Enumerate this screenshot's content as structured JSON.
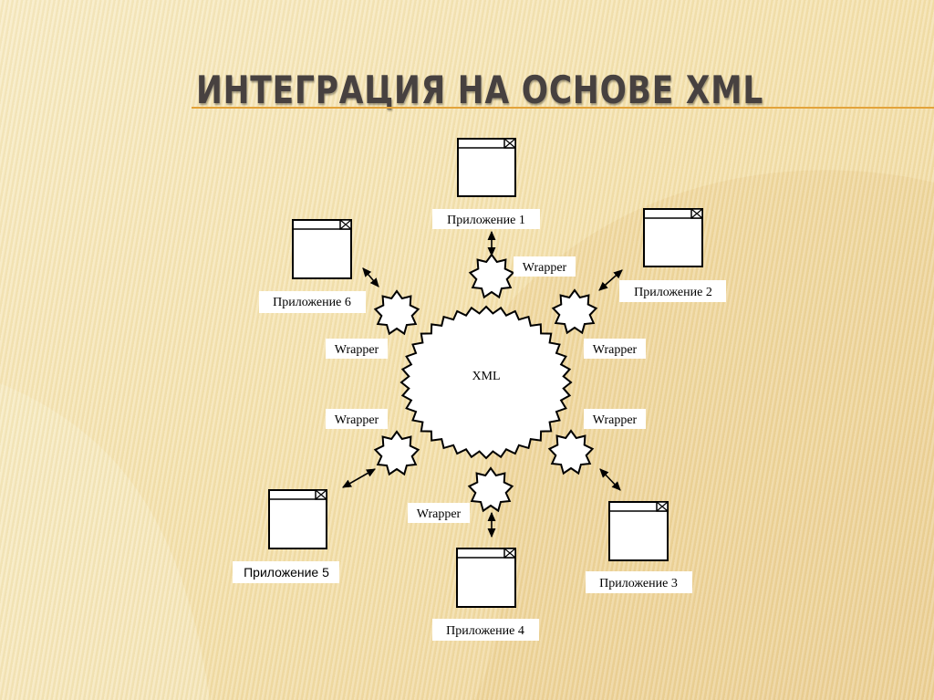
{
  "slide": {
    "title": "Интеграция на основе XML"
  },
  "hub": {
    "label": "XML"
  },
  "applications": [
    {
      "label": "Приложение 1"
    },
    {
      "label": "Приложение 2"
    },
    {
      "label": "Приложение 3"
    },
    {
      "label": "Приложение 4"
    },
    {
      "label": "Приложение 5"
    },
    {
      "label": "Приложение 6"
    }
  ],
  "wrappers": [
    {
      "label": "Wrapper"
    },
    {
      "label": "Wrapper"
    },
    {
      "label": "Wrapper"
    },
    {
      "label": "Wrapper"
    },
    {
      "label": "Wrapper"
    },
    {
      "label": "Wrapper"
    }
  ]
}
